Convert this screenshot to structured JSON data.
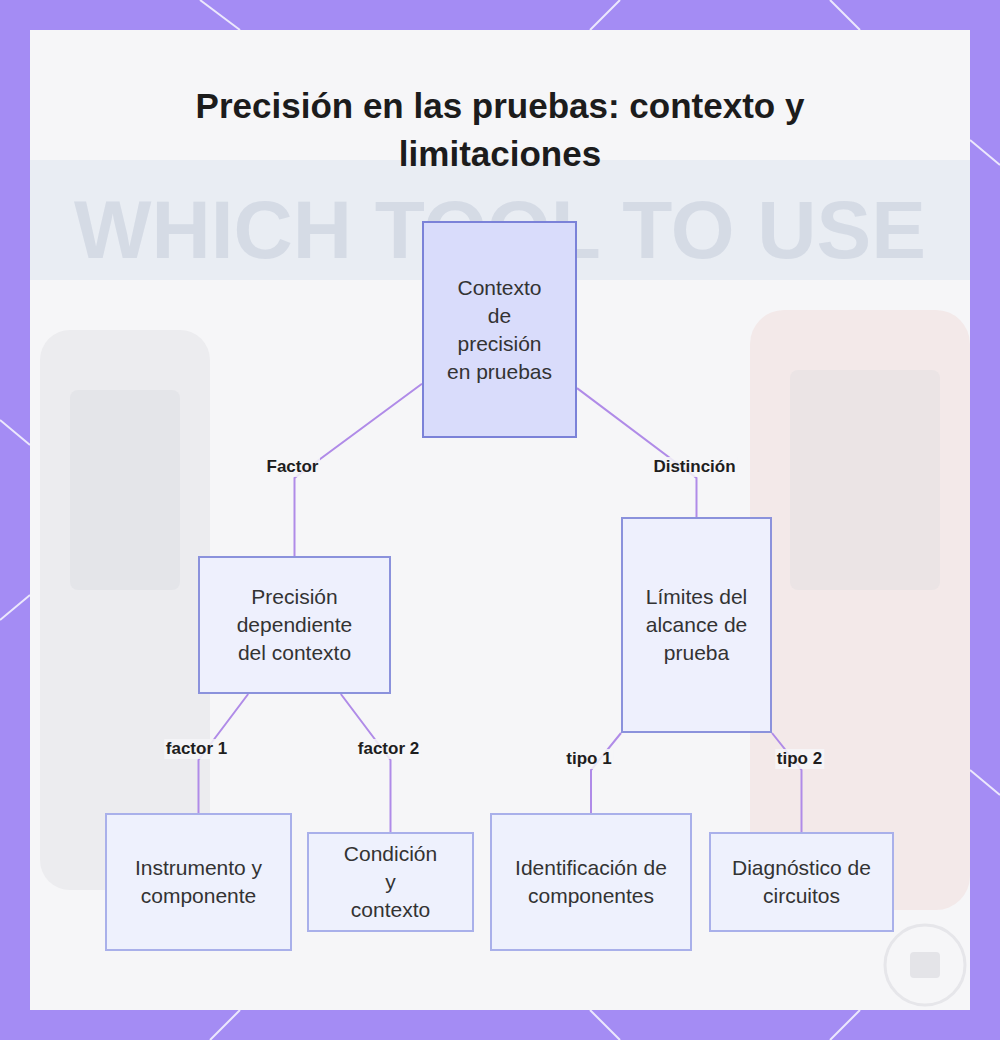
{
  "diagram": {
    "title": "Precisión en las pruebas: contexto y limitaciones",
    "nodes": [
      {
        "text": [
          "Contexto de precisión en pruebas"
        ]
      },
      {
        "text": [
          "Precisión dependiente del contexto"
        ]
      },
      {
        "text": [
          "Límites del alcance de prueba"
        ]
      },
      {
        "text": [
          "Instrumento y componente"
        ]
      },
      {
        "text": [
          "Condición y contexto"
        ]
      },
      {
        "text": [
          "Identificación de componentes"
        ]
      },
      {
        "text": [
          "Diagnóstico de circuitos"
        ]
      }
    ],
    "edges": [
      {
        "from": 0,
        "to": 1,
        "label": "Factor",
        "arrow": "none"
      },
      {
        "from": 0,
        "to": 2,
        "label": "Distinción",
        "arrow": "none"
      },
      {
        "from": 1,
        "to": 3,
        "label": "factor 1",
        "arrow": "none"
      },
      {
        "from": 1,
        "to": 4,
        "label": "factor 2",
        "arrow": "none"
      },
      {
        "from": 2,
        "to": 5,
        "label": "tipo 1",
        "arrow": "none"
      },
      {
        "from": 2,
        "to": 6,
        "label": "tipo 2",
        "arrow": "none"
      }
    ],
    "labels": [
      "WHICH TOOL TO USE"
    ]
  }
}
